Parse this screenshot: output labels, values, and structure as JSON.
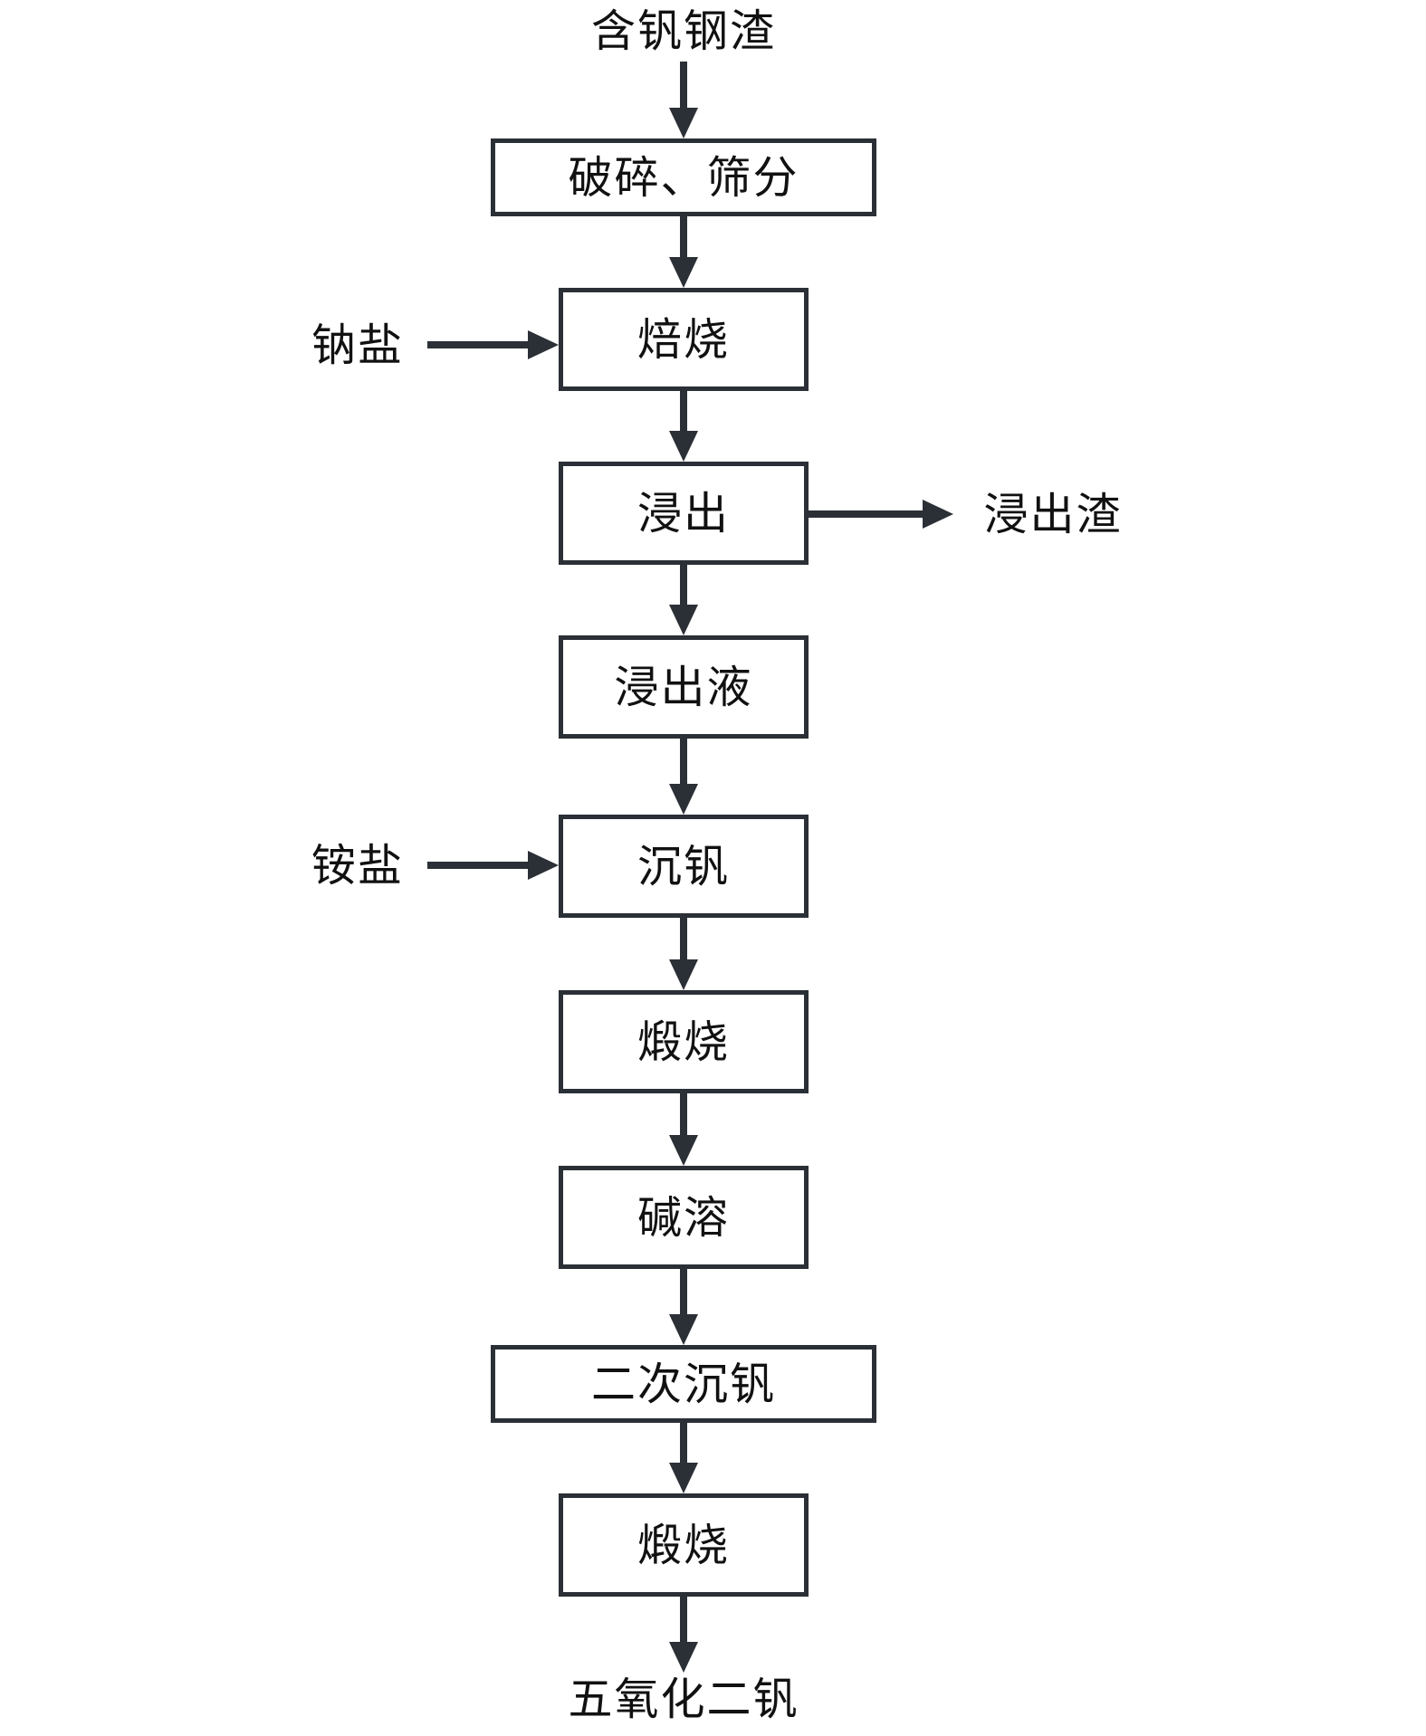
{
  "diagram": {
    "title_text": "含钒钢渣",
    "type": "process-flowchart",
    "orientation": "vertical",
    "line_color": "#2b2f36",
    "text_color": "#111111",
    "background_color": "#ffffff",
    "inputs": [
      {
        "label": "含钒钢渣",
        "target": "破碎、筛分",
        "direction": "down"
      },
      {
        "label": "钠盐",
        "target": "焙烧",
        "direction": "right"
      },
      {
        "label": "铵盐",
        "target": "沉钒",
        "direction": "right"
      }
    ],
    "outputs": [
      {
        "label": "浸出渣",
        "source": "浸出",
        "direction": "right"
      },
      {
        "label": "五氧化二钒",
        "source": "煅烧",
        "direction": "down"
      }
    ],
    "nodes": [
      {
        "id": "n1",
        "label": "破碎、筛分"
      },
      {
        "id": "n2",
        "label": "焙烧"
      },
      {
        "id": "n3",
        "label": "浸出"
      },
      {
        "id": "n4",
        "label": "浸出液"
      },
      {
        "id": "n5",
        "label": "沉钒"
      },
      {
        "id": "n6",
        "label": "煅烧"
      },
      {
        "id": "n7",
        "label": "碱溶"
      },
      {
        "id": "n8",
        "label": "二次沉钒"
      },
      {
        "id": "n9",
        "label": "煅烧"
      }
    ]
  }
}
